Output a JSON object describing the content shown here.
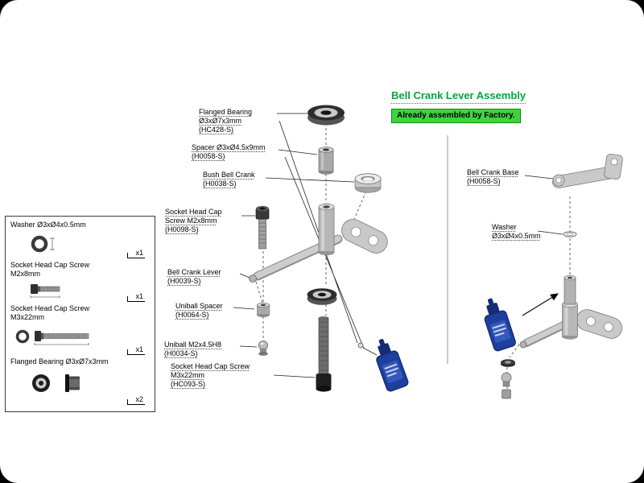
{
  "page": {
    "title": "Bell Crank Lever Assembly",
    "factory_note": "Already assembled by Factory."
  },
  "colors": {
    "title_green": "#00A63F",
    "note_background": "#3FD43F",
    "note_border": "#0B8A0B"
  },
  "legend": {
    "items": [
      {
        "label": "Washer Ø3xØ4x0.5mm",
        "qty": "x1"
      },
      {
        "label": "Socket Head Cap Screw\nM2x8mm",
        "qty": "x1"
      },
      {
        "label": "Socket Head Cap Screw\nM3x22mm",
        "qty": "x1"
      },
      {
        "label": "Flanged Bearing Ø3xØ7x3mm",
        "qty": "x2"
      }
    ]
  },
  "labels": {
    "center": [
      {
        "text": "Flanged Bearing\nØ3xØ7x3mm\n(HC428-S)"
      },
      {
        "text": "Spacer Ø3xØ4.5x9mm\n(H0058-S)"
      },
      {
        "text": "Bush Bell Crank\n(H0038-S)"
      },
      {
        "text": "Socket Head Cap\nScrew M2x8mm\n(H0098-S)"
      },
      {
        "text": "Bell Crank Lever\n(H0039-S)"
      },
      {
        "text": "Uniball Spacer\n(H0064-S)"
      },
      {
        "text": "Uniball M2x4.5H8\n(H0034-S)"
      },
      {
        "text": "Socket Head Cap Screw\nM3x22mm\n(HC093-S)"
      }
    ],
    "right": [
      {
        "text": "Bell Crank Base\n(H0058-S)"
      },
      {
        "text": "Washer\nØ3xØ4x0.5mm"
      }
    ]
  }
}
